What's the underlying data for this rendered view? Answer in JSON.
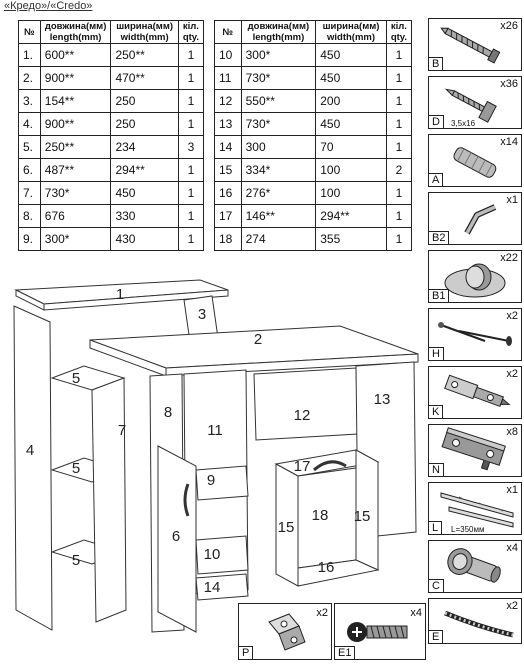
{
  "title": "«Кредо»/«Credo»",
  "table_headers": {
    "num": "№",
    "length": "довжина(мм) length(mm)",
    "width": "ширина(мм) width(mm)",
    "qty": "кіл. qty."
  },
  "parts_left": [
    {
      "n": "1.",
      "l": "600**",
      "w": "250**",
      "q": "1"
    },
    {
      "n": "2.",
      "l": "900**",
      "w": "470**",
      "q": "1"
    },
    {
      "n": "3.",
      "l": "154**",
      "w": "250",
      "q": "1"
    },
    {
      "n": "4.",
      "l": "900**",
      "w": "250",
      "q": "1"
    },
    {
      "n": "5.",
      "l": "250**",
      "w": "234",
      "q": "3"
    },
    {
      "n": "6.",
      "l": "487**",
      "w": "294**",
      "q": "1"
    },
    {
      "n": "7.",
      "l": "730*",
      "w": "450",
      "q": "1"
    },
    {
      "n": "8.",
      "l": "676",
      "w": "330",
      "q": "1"
    },
    {
      "n": "9.",
      "l": "300*",
      "w": "430",
      "q": "1"
    }
  ],
  "parts_right": [
    {
      "n": "10",
      "l": "300*",
      "w": "450",
      "q": "1"
    },
    {
      "n": "11",
      "l": "730*",
      "w": "450",
      "q": "1"
    },
    {
      "n": "12",
      "l": "550**",
      "w": "200",
      "q": "1"
    },
    {
      "n": "13",
      "l": "730*",
      "w": "450",
      "q": "1"
    },
    {
      "n": "14",
      "l": "300",
      "w": "70",
      "q": "1"
    },
    {
      "n": "15",
      "l": "334*",
      "w": "100",
      "q": "2"
    },
    {
      "n": "16",
      "l": "276*",
      "w": "100",
      "q": "1"
    },
    {
      "n": "17",
      "l": "146**",
      "w": "294**",
      "q": "1"
    },
    {
      "n": "18",
      "l": "274",
      "w": "355",
      "q": "1"
    }
  ],
  "hardware": [
    {
      "code": "B",
      "qty": "x26",
      "icon": "confirmat-screw-icon"
    },
    {
      "code": "D",
      "qty": "x36",
      "icon": "wood-screw-icon",
      "note": "3,5x16"
    },
    {
      "code": "A",
      "qty": "x14",
      "icon": "dowel-icon"
    },
    {
      "code": "B2",
      "qty": "x1",
      "icon": "hex-key-icon"
    },
    {
      "code": "B1",
      "qty": "x22",
      "icon": "screw-cap-icon"
    },
    {
      "code": "H",
      "qty": "x2",
      "icon": "nail-icon"
    },
    {
      "code": "K",
      "qty": "x2",
      "icon": "hinge-icon"
    },
    {
      "code": "N",
      "qty": "x8",
      "icon": "mounting-plate-icon"
    },
    {
      "code": "L",
      "qty": "x1",
      "icon": "drawer-slide-icon",
      "note": "L=350мм"
    },
    {
      "code": "C",
      "qty": "x4",
      "icon": "cam-connector-icon"
    },
    {
      "code": "E",
      "qty": "x2",
      "icon": "handle-icon"
    }
  ],
  "bottom_hardware": [
    {
      "code": "P",
      "qty": "x2",
      "icon": "corner-bracket-icon"
    },
    {
      "code": "E1",
      "qty": "x4",
      "icon": "bolt-icon"
    }
  ],
  "diagram_labels": [
    "1",
    "2",
    "3",
    "4",
    "5",
    "5",
    "5",
    "6",
    "7",
    "8",
    "9",
    "10",
    "11",
    "12",
    "13",
    "14",
    "15",
    "15",
    "16",
    "17",
    "18"
  ]
}
